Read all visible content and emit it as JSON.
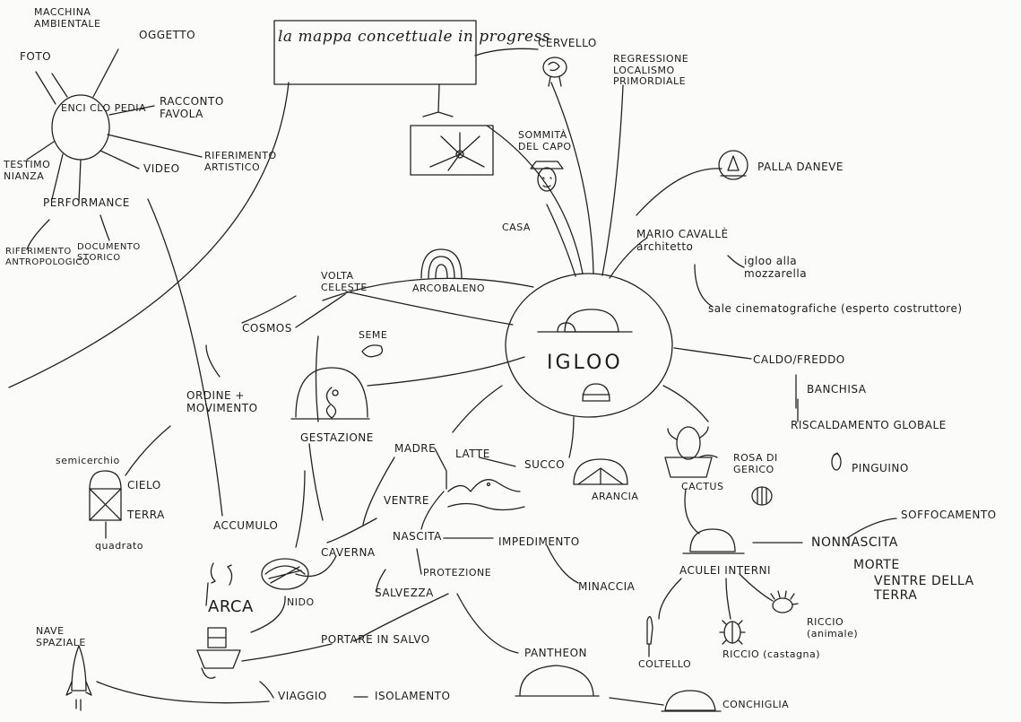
{
  "title": "la mappa concettuale in progress",
  "clusters": {
    "enciclopedia": {
      "center": "ENCI CLO PEDIA",
      "macchina": "MACCHINA AMBIENTALE",
      "foto": "FOTO",
      "oggetto": "OGGETTO",
      "racconto": "RACCONTO FAVOLA",
      "riferimento_artistico": "RIFERIMENTO ARTISTICO",
      "video": "VIDEO",
      "testimonianza": "TESTIMO NIANZA",
      "performance": "PERFORMANCE",
      "riferimento_antropologico": "RIFERIMENTO ANTROPOLOGICO",
      "documento_storico": "DOCUMENTO STORICO"
    },
    "igloo": {
      "center": "IGLOO",
      "cervello": "CERVELLO",
      "regressione": "REGRESSIONE LOCALISMO PRIMORDIALE",
      "sommita": "SOMMITÀ DEL CAPO",
      "palla": "PALLA DANEVE",
      "casa": "CASA",
      "mario": "MARIO CAVALLÈ architetto",
      "igloo_mozzarella": "igloo alla mozzarella",
      "sale": "sale cinematografiche (esperto costruttore)",
      "arcobaleno": "ARCOBALENO",
      "volta": "VOLTA CELESTE",
      "cosmos": "COSMOS",
      "seme": "SEME",
      "caldo": "CALDO/FREDDO",
      "banchisa": "BANCHISA",
      "riscaldamento": "RISCALDAMENTO GLOBALE",
      "pinguino": "PINGUINO",
      "ordine": "ORDINE + MOVIMENTO",
      "gestazione": "GESTAZIONE",
      "cactus": "CACTUS",
      "rosa": "ROSA DI GERICO",
      "semicerchio": "semicerchio",
      "cielo": "CIELO",
      "terra": "TERRA",
      "quadrato": "quadrato"
    },
    "ventre": {
      "madre": "MADRE",
      "latte": "LATTE",
      "succo": "SUCCO",
      "arancia": "ARANCIA",
      "ventre": "VENTRE",
      "nascita": "NASCITA",
      "caverna": "CAVERNA",
      "accumulo": "ACCUMULO",
      "impedimento": "IMPEDIMENTO",
      "protezione": "PROTEZIONE",
      "salvezza": "SALVEZZA",
      "minaccia": "MINACCIA",
      "arca": "ARCA",
      "nido": "NIDO",
      "portare": "PORTARE IN SALVO",
      "aculei": "ACULEI INTERNI",
      "nonnascita": "NONNASCITA",
      "soffocamento": "SOFFOCAMENTO",
      "morte": "MORTE",
      "ventre_terra": "VENTRE DELLA TERRA",
      "riccio_animale": "RICCIO (animale)",
      "riccio_castagna": "RICCIO (castagna)",
      "coltello": "COLTELLO",
      "pantheon": "PANTHEON",
      "conchiglia": "CONCHIGLIA",
      "nave": "NAVE SPAZIALE",
      "viaggio": "VIAGGIO",
      "isolamento": "ISOLAMENTO"
    }
  }
}
